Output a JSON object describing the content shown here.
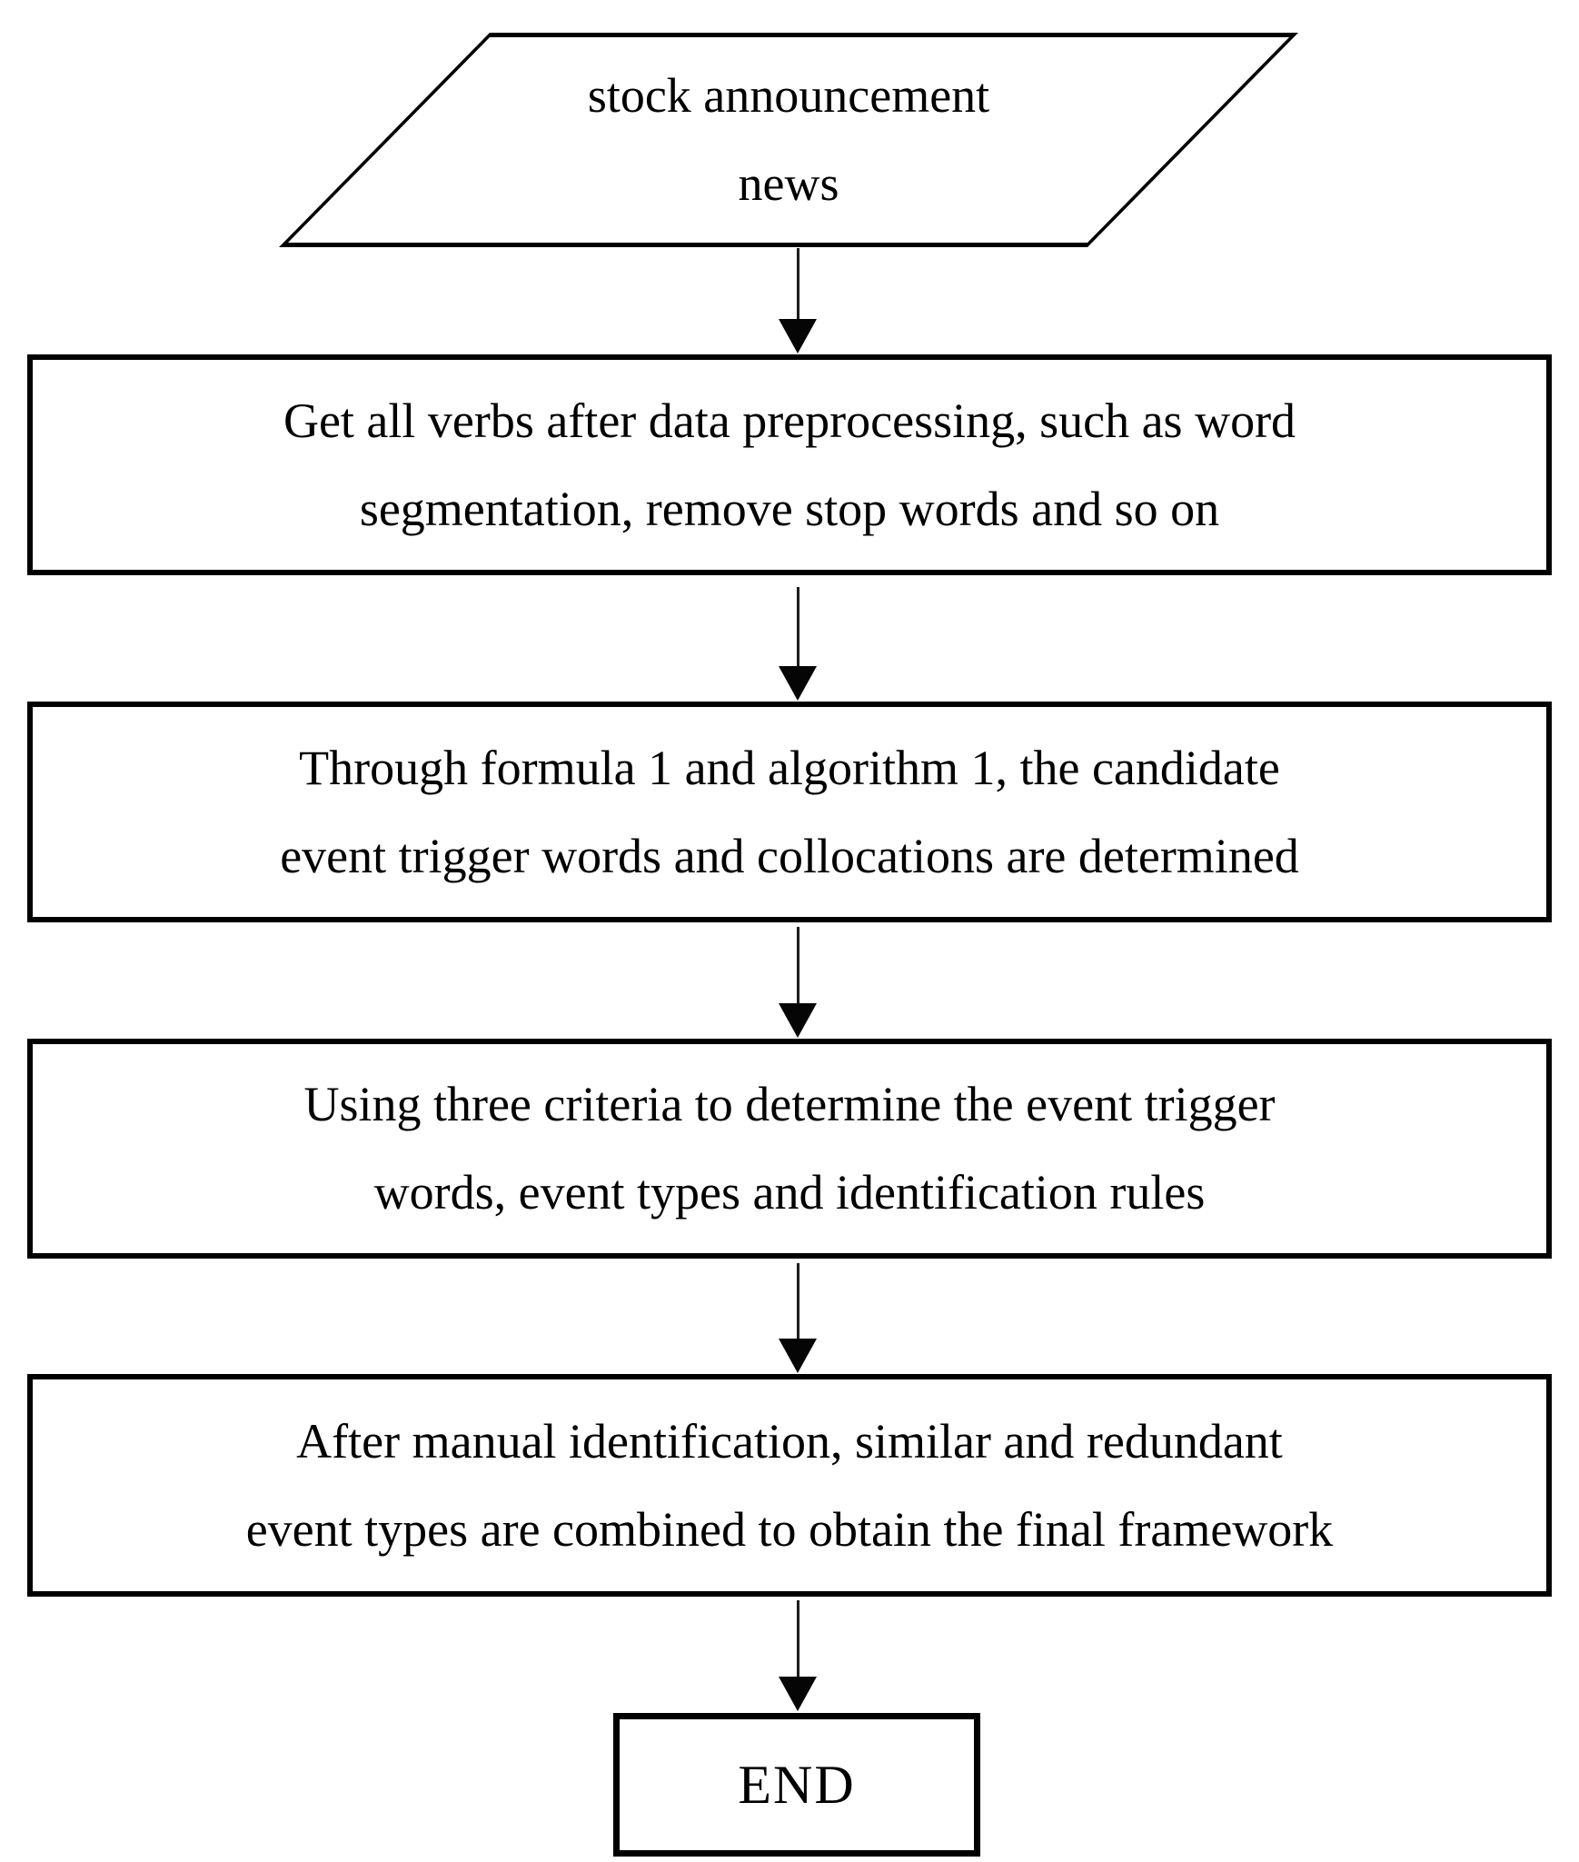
{
  "diagram": {
    "type": "flowchart",
    "direction": "top-down",
    "colors": {
      "background": "#ffffff",
      "stroke": "#000000",
      "text": "#000000"
    },
    "nodes": [
      {
        "id": "start",
        "shape": "parallelogram",
        "lines": [
          "stock announcement",
          "news"
        ]
      },
      {
        "id": "step1",
        "shape": "rectangle",
        "lines": [
          "Get all verbs after data preprocessing, such as word",
          "segmentation, remove stop words and so on"
        ]
      },
      {
        "id": "step2",
        "shape": "rectangle",
        "lines": [
          "Through formula 1 and algorithm 1, the candidate",
          "event trigger words and collocations are determined"
        ]
      },
      {
        "id": "step3",
        "shape": "rectangle",
        "lines": [
          "Using three criteria to determine the event trigger",
          "words, event types and identification rules"
        ]
      },
      {
        "id": "step4",
        "shape": "rectangle",
        "lines": [
          "After manual identification, similar and redundant",
          "event types are combined to obtain the final framework"
        ]
      },
      {
        "id": "end",
        "shape": "rectangle",
        "lines": [
          "END"
        ]
      }
    ],
    "edges": [
      {
        "from": "start",
        "to": "step1"
      },
      {
        "from": "step1",
        "to": "step2"
      },
      {
        "from": "step2",
        "to": "step3"
      },
      {
        "from": "step3",
        "to": "step4"
      },
      {
        "from": "step4",
        "to": "end"
      }
    ]
  }
}
